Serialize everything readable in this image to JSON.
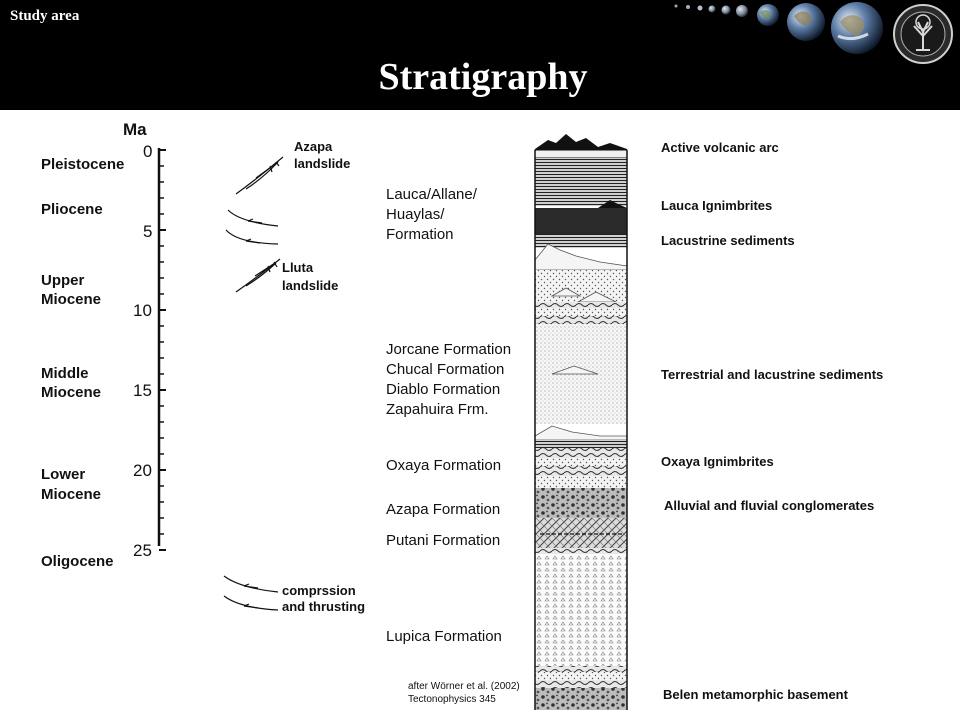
{
  "header": {
    "section_label": "Study area",
    "title": "Stratigraphy",
    "decoration_icons": [
      "planet-icon",
      "planet-icon",
      "planet-icon",
      "earth-icon",
      "earth-icon",
      "earth-icon",
      "university-seal-icon"
    ]
  },
  "timescale": {
    "unit_label": "Ma",
    "marks": [
      "0",
      "5",
      "10",
      "15",
      "20",
      "25"
    ],
    "epochs": [
      {
        "lines": [
          "Pleistocene"
        ]
      },
      {
        "lines": [
          "Pliocene"
        ]
      },
      {
        "lines": [
          "Upper",
          "Miocene"
        ]
      },
      {
        "lines": [
          "Middle",
          "Miocene"
        ]
      },
      {
        "lines": [
          "Lower",
          "Miocene"
        ]
      },
      {
        "lines": [
          "Oligocene"
        ]
      }
    ]
  },
  "tectonic_events": [
    {
      "lines": [
        "Azapa",
        "landslide"
      ]
    },
    {
      "lines": [
        "Lluta",
        "landslide"
      ]
    },
    {
      "lines": [
        "comprssion",
        "and thrusting"
      ]
    }
  ],
  "formations": [
    {
      "lines": [
        "Lauca/Allane/",
        "Huaylas/",
        "Formation"
      ]
    },
    {
      "lines": [
        "Jorcane Formation",
        "Chucal Formation",
        "Diablo Formation",
        "Zapahuira Frm."
      ]
    },
    {
      "lines": [
        "Oxaya Formation"
      ]
    },
    {
      "lines": [
        "Azapa Formation"
      ]
    },
    {
      "lines": [
        "Putani Formation"
      ]
    },
    {
      "lines": [
        "Lupica Formation"
      ]
    }
  ],
  "environments": [
    "Active volcanic arc",
    "Lauca Ignimbrites",
    "Lacustrine sediments",
    "Terrestrial and lacustrine sediments",
    "Oxaya Ignimbrites",
    "Alluvial and fluvial conglomerates",
    "Belen metamorphic basement"
  ],
  "citation": {
    "lines": [
      "after Wörner et al. (2002)",
      "Tectonophysics 345"
    ]
  },
  "colors": {
    "header_background": "#000000",
    "header_text": "#ffffff",
    "diagram_ink": "#111111",
    "background": "#ffffff"
  }
}
